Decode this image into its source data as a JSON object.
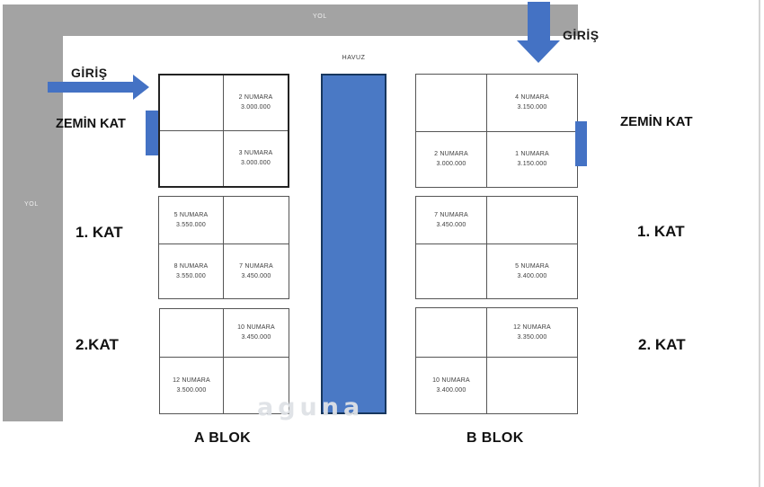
{
  "roads": {
    "top": "YOL",
    "left": "YOL"
  },
  "entrances": {
    "left": "GİRİŞ",
    "right": "GİRİŞ"
  },
  "pool": {
    "label": "HAVUZ"
  },
  "watermark": "aguna",
  "floors": {
    "left": {
      "zemin": "ZEMİN KAT",
      "kat1": "1. KAT",
      "kat2": "2.KAT"
    },
    "right": {
      "zemin": "ZEMİN KAT",
      "kat1": "1. KAT",
      "kat2": "2. KAT"
    }
  },
  "block_a": {
    "label": "A BLOK",
    "zemin": {
      "tl": {
        "num": "",
        "price": ""
      },
      "tr": {
        "num": "2 NUMARA",
        "price": "3.000.000"
      },
      "bl": {
        "num": "",
        "price": ""
      },
      "br": {
        "num": "3 NUMARA",
        "price": "3.000.000"
      }
    },
    "kat1": {
      "tl": {
        "num": "5 NUMARA",
        "price": "3.550.000"
      },
      "tr": {
        "num": "",
        "price": ""
      },
      "bl": {
        "num": "8 NUMARA",
        "price": "3.550.000"
      },
      "br": {
        "num": "7 NUMARA",
        "price": "3.450.000"
      }
    },
    "kat2": {
      "tl": {
        "num": "",
        "price": ""
      },
      "tr": {
        "num": "10 NUMARA",
        "price": "3.450.000"
      },
      "bl": {
        "num": "12 NUMARA",
        "price": "3.500.000"
      },
      "br": {
        "num": "",
        "price": ""
      }
    }
  },
  "block_b": {
    "label": "B BLOK",
    "zemin": {
      "tl": {
        "num": "",
        "price": ""
      },
      "tr": {
        "num": "4 NUMARA",
        "price": "3.150.000"
      },
      "bl": {
        "num": "2 NUMARA",
        "price": "3.000.000"
      },
      "br": {
        "num": "1 NUMARA",
        "price": "3.150.000"
      }
    },
    "kat1": {
      "tl": {
        "num": "7 NUMARA",
        "price": "3.450.000"
      },
      "tr": {
        "num": "",
        "price": ""
      },
      "bl": {
        "num": "",
        "price": ""
      },
      "br": {
        "num": "5 NUMARA",
        "price": "3.400.000"
      }
    },
    "kat2": {
      "tl": {
        "num": "",
        "price": ""
      },
      "tr": {
        "num": "12 NUMARA",
        "price": "3.350.000"
      },
      "bl": {
        "num": "10 NUMARA",
        "price": "3.400.000"
      },
      "br": {
        "num": "",
        "price": ""
      }
    }
  },
  "colors": {
    "accent_blue": "#4472c4",
    "road_gray": "#a3a3a3",
    "pool_fill": "#4a79c5",
    "pool_border": "#17375e"
  }
}
